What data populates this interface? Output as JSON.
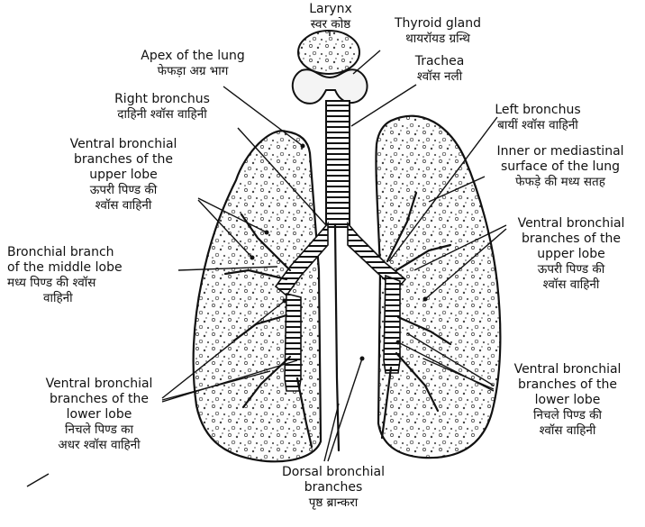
{
  "labels": {
    "larynx": {
      "en": "Larynx",
      "hi": "स्वर कोष्ठ"
    },
    "thyroid": {
      "en": "Thyroid gland",
      "hi": "थायरॉयड ग्रन्थि"
    },
    "apex": {
      "en": "Apex of the lung",
      "hi": "फेफड़ा अग्र भाग"
    },
    "trachea": {
      "en": "Trachea",
      "hi": "श्वॉस नली"
    },
    "right_bronchus": {
      "en": "Right bronchus",
      "hi": "दाहिनी श्वॉस वाहिनी"
    },
    "left_bronchus": {
      "en": "Left bronchus",
      "hi": "बायीं श्वॉस वाहिनी"
    },
    "inner_surface": {
      "en1": "Inner or mediastinal",
      "en2": "surface of the lung",
      "hi": "फेफड़े की मध्य सतह"
    },
    "ventral_upper_left": {
      "en1": "Ventral bronchial",
      "en2": "branches of the",
      "en3": "upper lobe",
      "hi1": "ऊपरी पिण्ड की",
      "hi2": "श्वॉस वाहिनी"
    },
    "middle_lobe": {
      "en1": "Bronchial branch",
      "en2": "of the middle lobe",
      "hi1": "मध्य पिण्ड की श्वॉस",
      "hi2": "वाहिनी"
    },
    "ventral_upper_right": {
      "en1": "Ventral bronchial",
      "en2": "branches of the",
      "en3": "upper lobe",
      "hi1": "ऊपरी पिण्ड की",
      "hi2": "श्वॉस वाहिनी"
    },
    "ventral_lower_left": {
      "en1": "Ventral bronchial",
      "en2": "branches of the",
      "en3": "lower lobe",
      "hi1": "निचले पिण्ड का",
      "hi2": "अधर श्वॉस वाहिनी"
    },
    "ventral_lower_right": {
      "en1": "Ventral bronchial",
      "en2": "branches of the",
      "en3": "lower lobe",
      "hi1": "निचले पिण्ड की",
      "hi2": "श्वॉस वाहिनी"
    },
    "dorsal": {
      "en1": "Dorsal bronchial",
      "en2": "branches",
      "hi": "पृष्ठ ब्रान्करा"
    }
  },
  "colors": {
    "ink": "#111111",
    "paper": "#ffffff"
  }
}
